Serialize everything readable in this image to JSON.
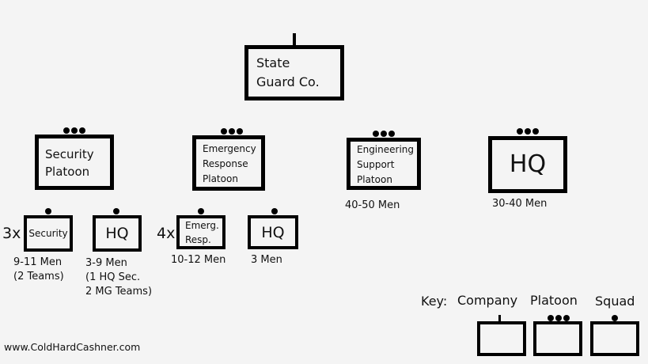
{
  "company": {
    "name_line1": "State",
    "name_line2": "Guard Co."
  },
  "platoons": [
    {
      "name_lines": [
        "Security",
        "Platoon"
      ]
    },
    {
      "name_lines": [
        "Emergency",
        "Response",
        "Platoon"
      ]
    },
    {
      "name_lines": [
        "Engineering",
        "Support",
        "Platoon"
      ],
      "strength": "40-50 Men"
    },
    {
      "name": "HQ",
      "strength": "30-40 Men"
    }
  ],
  "squads": [
    {
      "multiplier": "3x",
      "name": "Security",
      "strength_lines": [
        "9-11 Men",
        "(2 Teams)"
      ]
    },
    {
      "name": "HQ",
      "strength_lines": [
        "3-9 Men",
        "(1 HQ Sec.",
        "2 MG Teams)"
      ]
    },
    {
      "multiplier": "4x",
      "name_lines": [
        "Emerg.",
        "Resp."
      ],
      "strength_lines": [
        "10-12 Men"
      ]
    },
    {
      "name": "HQ",
      "strength_lines": [
        "3 Men"
      ]
    }
  ],
  "key": {
    "title": "Key:",
    "company": "Company",
    "platoon": "Platoon",
    "squad": "Squad"
  },
  "website": "www.ColdHardCashner.com"
}
